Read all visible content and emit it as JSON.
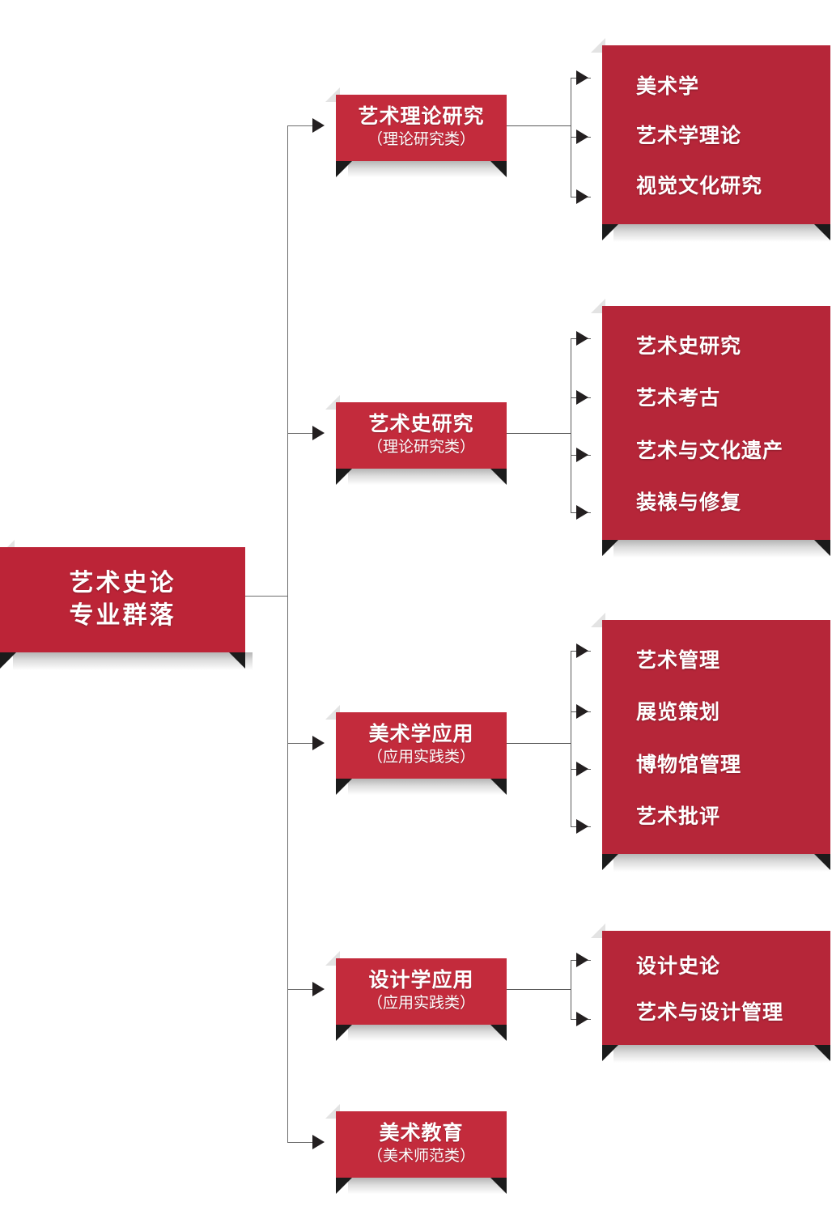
{
  "diagram": {
    "type": "hierarchy-tree",
    "orientation": "left-to-right",
    "colors": {
      "root_red": "#bc2437",
      "branch_red": "#c32b3c",
      "group_red": "#b62639",
      "text": "#ffffff",
      "connector": "#6e6e6e",
      "arrow": "#231f20",
      "background": "#ffffff"
    },
    "root": {
      "line1": "艺术史论",
      "line2": "专业群落"
    },
    "branches": [
      {
        "id": "art-theory",
        "title": "艺术理论研究",
        "subtitle": "（理论研究类）",
        "children": [
          "美术学",
          "艺术学理论",
          "视觉文化研究"
        ]
      },
      {
        "id": "art-history",
        "title": "艺术史研究",
        "subtitle": "（理论研究类）",
        "children": [
          "艺术史研究",
          "艺术考古",
          "艺术与文化遗产",
          "装裱与修复"
        ]
      },
      {
        "id": "fine-arts-application",
        "title": "美术学应用",
        "subtitle": "（应用实践类）",
        "children": [
          "艺术管理",
          "展览策划",
          "博物馆管理",
          "艺术批评"
        ]
      },
      {
        "id": "design-application",
        "title": "设计学应用",
        "subtitle": "（应用实践类）",
        "children": [
          "设计史论",
          "艺术与设计管理"
        ]
      },
      {
        "id": "art-education",
        "title": "美术教育",
        "subtitle": "（美术师范类）",
        "children": []
      }
    ]
  }
}
